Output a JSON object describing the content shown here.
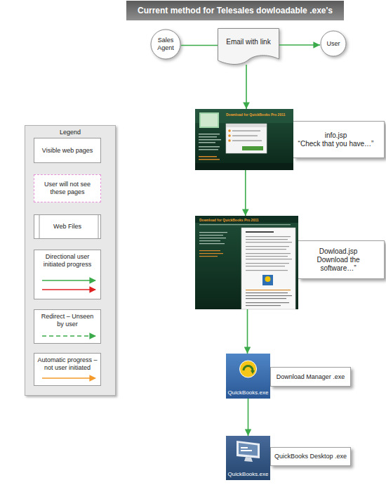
{
  "diagram": {
    "title": "Current method for Telesales dowloadable .exe's",
    "nodes": [
      {
        "text": [
          "Sales Agent"
        ]
      },
      {
        "text": [
          "Email with link"
        ]
      },
      {
        "text": [
          "User"
        ]
      },
      {
        "text": [
          "Download for QuickBooks Pro 2011"
        ]
      },
      {
        "text": [
          "info.jsp",
          "“Check that you have…”"
        ]
      },
      {
        "text": [
          "Download for QuickBooks Pro 2011"
        ]
      },
      {
        "text": [
          "Dowload.jsp",
          "Download the software…”"
        ]
      },
      {
        "text": [
          "QuickBooks.exe"
        ]
      },
      {
        "text": [
          "Download Manager .exe"
        ]
      },
      {
        "text": [
          "QuickBooks.exe"
        ]
      },
      {
        "text": [
          "QuickBooks Desktop .exe"
        ]
      },
      {
        "text": [
          "Legend"
        ]
      }
    ],
    "edges": [
      {
        "from": 0,
        "to": 1,
        "arrow": "none"
      },
      {
        "from": 1,
        "to": 2,
        "arrow": "to"
      },
      {
        "from": 1,
        "to": 3,
        "arrow": "to"
      },
      {
        "from": 3,
        "to": 5,
        "arrow": "to"
      },
      {
        "from": 5,
        "to": 7,
        "arrow": "to"
      },
      {
        "from": 7,
        "to": 9,
        "arrow": "to"
      }
    ],
    "legend": [
      {
        "text": "Visible web pages"
      },
      {
        "text": "User will not see these pages"
      },
      {
        "text": "Web Files"
      },
      {
        "text": "Directional user initiated progress"
      },
      {
        "text": "Redirect – Unseen by user"
      },
      {
        "text": "Automatic progress – not user initiated"
      }
    ]
  }
}
